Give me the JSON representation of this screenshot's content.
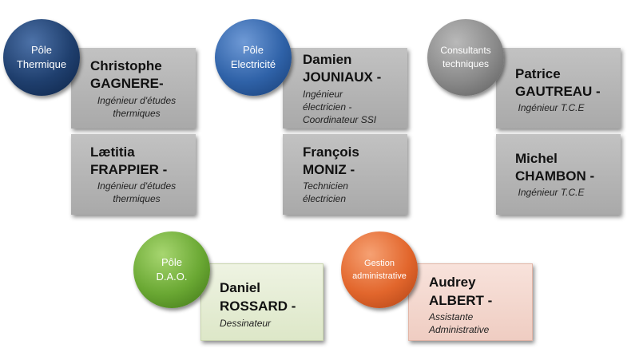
{
  "poles": [
    {
      "label_line1": "Pôle",
      "label_line2": "Thermique",
      "color": "#1f3f6e",
      "people": [
        {
          "first_name": "Christophe",
          "last_name": "GAGNERE-",
          "role_line1": "Ingénieur d'études",
          "role_line2": "thermiques"
        },
        {
          "first_name": "Lætitia",
          "last_name": "FRAPPIER -",
          "role_line1": "Ingénieur d'études",
          "role_line2": "thermiques"
        }
      ]
    },
    {
      "label_line1": "Pôle",
      "label_line2": "Electricité",
      "color": "#2f62a8",
      "people": [
        {
          "first_name": "Damien",
          "last_name": "JOUNIAUX -",
          "role_line1": "Ingénieur",
          "role_line2": "électricien -",
          "role_line3": "Coordinateur SSI"
        },
        {
          "first_name": "François",
          "last_name": "MONIZ -",
          "role_line1": "Technicien",
          "role_line2": "électricien"
        }
      ]
    },
    {
      "label_line1": "Consultants",
      "label_line2": "techniques",
      "color": "#8a8a8a",
      "people": [
        {
          "first_name": "Patrice",
          "last_name": "GAUTREAU -",
          "role_line1": "Ingénieur T.C.E"
        },
        {
          "first_name": "Michel",
          "last_name": "CHAMBON -",
          "role_line1": "Ingénieur T.C.E"
        }
      ]
    },
    {
      "label_line1": "Pôle",
      "label_line2": "D.A.O.",
      "color": "#6aa833",
      "people": [
        {
          "first_name": "Daniel",
          "last_name": "ROSSARD -",
          "role_line1": "Dessinateur"
        }
      ]
    },
    {
      "label_line1": "Gestion",
      "label_line2": "administrative",
      "color": "#e2662c",
      "people": [
        {
          "first_name": "Audrey",
          "last_name": "ALBERT -",
          "role_line1": "Assistante",
          "role_line2": "Administrative"
        }
      ]
    }
  ]
}
